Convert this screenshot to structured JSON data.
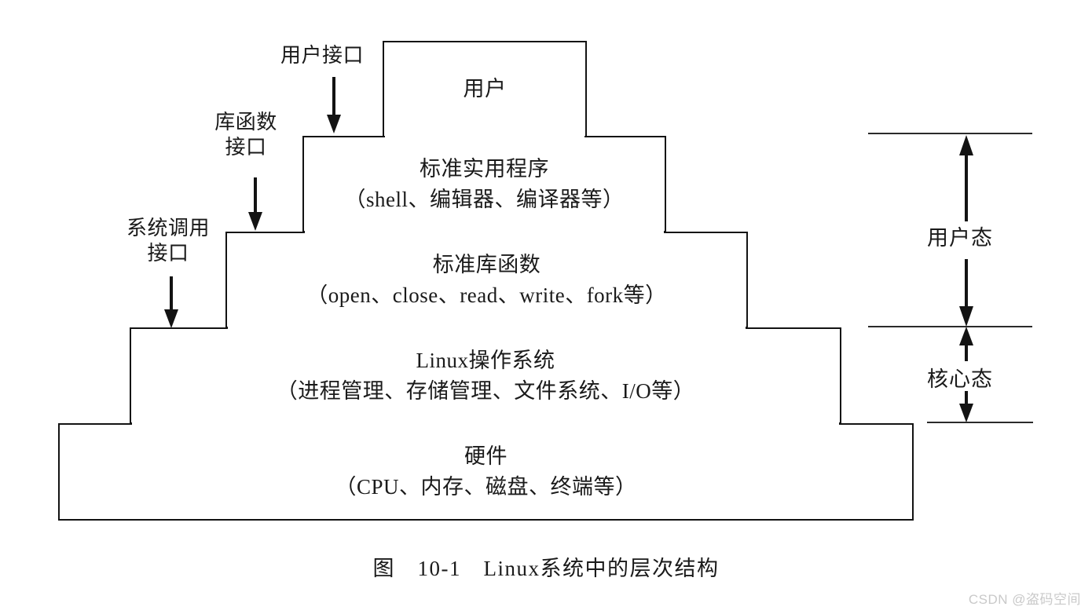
{
  "figure": {
    "caption": "图　10-1　Linux系统中的层次结构",
    "watermark": "CSDN @盗码空间"
  },
  "chart_data": {
    "type": "diagram",
    "subtype": "layered-stack-pyramid",
    "title": "图　10-1　Linux系统中的层次结构",
    "layers": [
      {
        "index": 0,
        "title": "用户",
        "subtitle": "",
        "mode": "用户态"
      },
      {
        "index": 1,
        "title": "标准实用程序",
        "subtitle": "（shell、编辑器、编译器等）",
        "mode": "用户态"
      },
      {
        "index": 2,
        "title": "标准库函数",
        "subtitle": "（open、close、read、write、fork等）",
        "mode": "用户态"
      },
      {
        "index": 3,
        "title": "Linux操作系统",
        "subtitle": "（进程管理、存储管理、文件系统、I/O等）",
        "mode": "核心态"
      },
      {
        "index": 4,
        "title": "硬件",
        "subtitle": "（CPU、内存、磁盘、终端等）",
        "mode": "核心态"
      }
    ],
    "interfaces": [
      {
        "label": "用户接口",
        "points_to_layer": 1
      },
      {
        "label": "库函数\n接口",
        "points_to_layer": 2
      },
      {
        "label": "系统调用\n接口",
        "points_to_layer": 3
      }
    ],
    "modes": [
      {
        "label": "用户态",
        "spans_layers": [
          0,
          1,
          2
        ]
      },
      {
        "label": "核心态",
        "spans_layers": [
          3
        ]
      }
    ]
  }
}
